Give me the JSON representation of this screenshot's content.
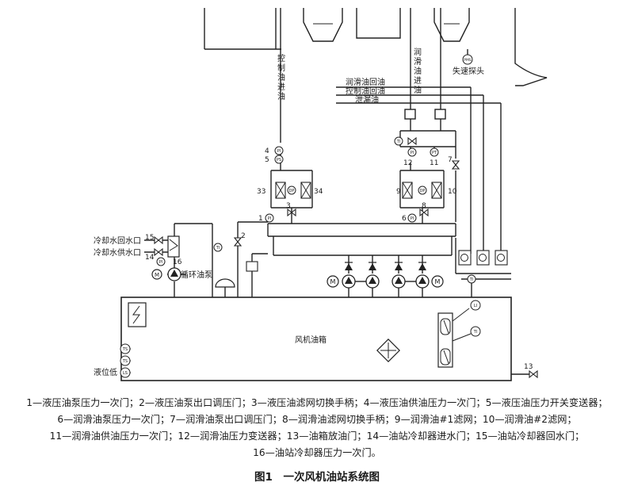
{
  "labels": {
    "ctrl_oil_in": [
      "控",
      "制",
      "油",
      "进",
      "油"
    ],
    "lube_oil_in": [
      "润",
      "滑",
      "油",
      "进",
      "油"
    ],
    "lube_oil_return": "润滑油回油",
    "ctrl_oil_return": "控制油回油",
    "leak_oil": "泄漏油",
    "overspeed_probe": "失速探头",
    "cooling_return": "冷却水回水口",
    "cooling_supply": "冷却水供水口",
    "circ_pump": "循环油泵",
    "tank": "风机油箱",
    "level_low": "液位低"
  },
  "instruments": {
    "pi": "PI",
    "ps": "PS",
    "pt": "PT",
    "ti": "TI",
    "ts": "TS",
    "ls": "LS",
    "li": "LI",
    "m": "M",
    "pms": "PMS",
    "dp": "DP"
  },
  "numbers": {
    "n1": "1",
    "n2": "2",
    "n3": "3",
    "n4": "4",
    "n5": "5",
    "n6": "6",
    "n7": "7",
    "n8": "8",
    "n9": "9",
    "n10": "10",
    "n11": "11",
    "n12": "12",
    "n13": "13",
    "n14": "14",
    "n15": "15",
    "n16": "16",
    "n33": "33",
    "n34": "34"
  },
  "legend": [
    "1—液压油泵压力一次门；2—液压油泵出口调压门；3—液压油滤网切换手柄；4—液压油供油压力一次门；5—液压油压力开关变送器；",
    "6—润滑油泵压力一次门；7—润滑油泵出口调压门；8—润滑油滤网切换手柄；9—润滑油#1滤网；10—润滑油#2滤网；",
    "11—润滑油供油压力一次门；12—润滑油压力变送器；13—油箱放油门；14—油站冷却器进水门；15—油站冷却器回水门；",
    "16—油站冷却器压力一次门。"
  ],
  "caption": "图1　一次风机油站系统图"
}
